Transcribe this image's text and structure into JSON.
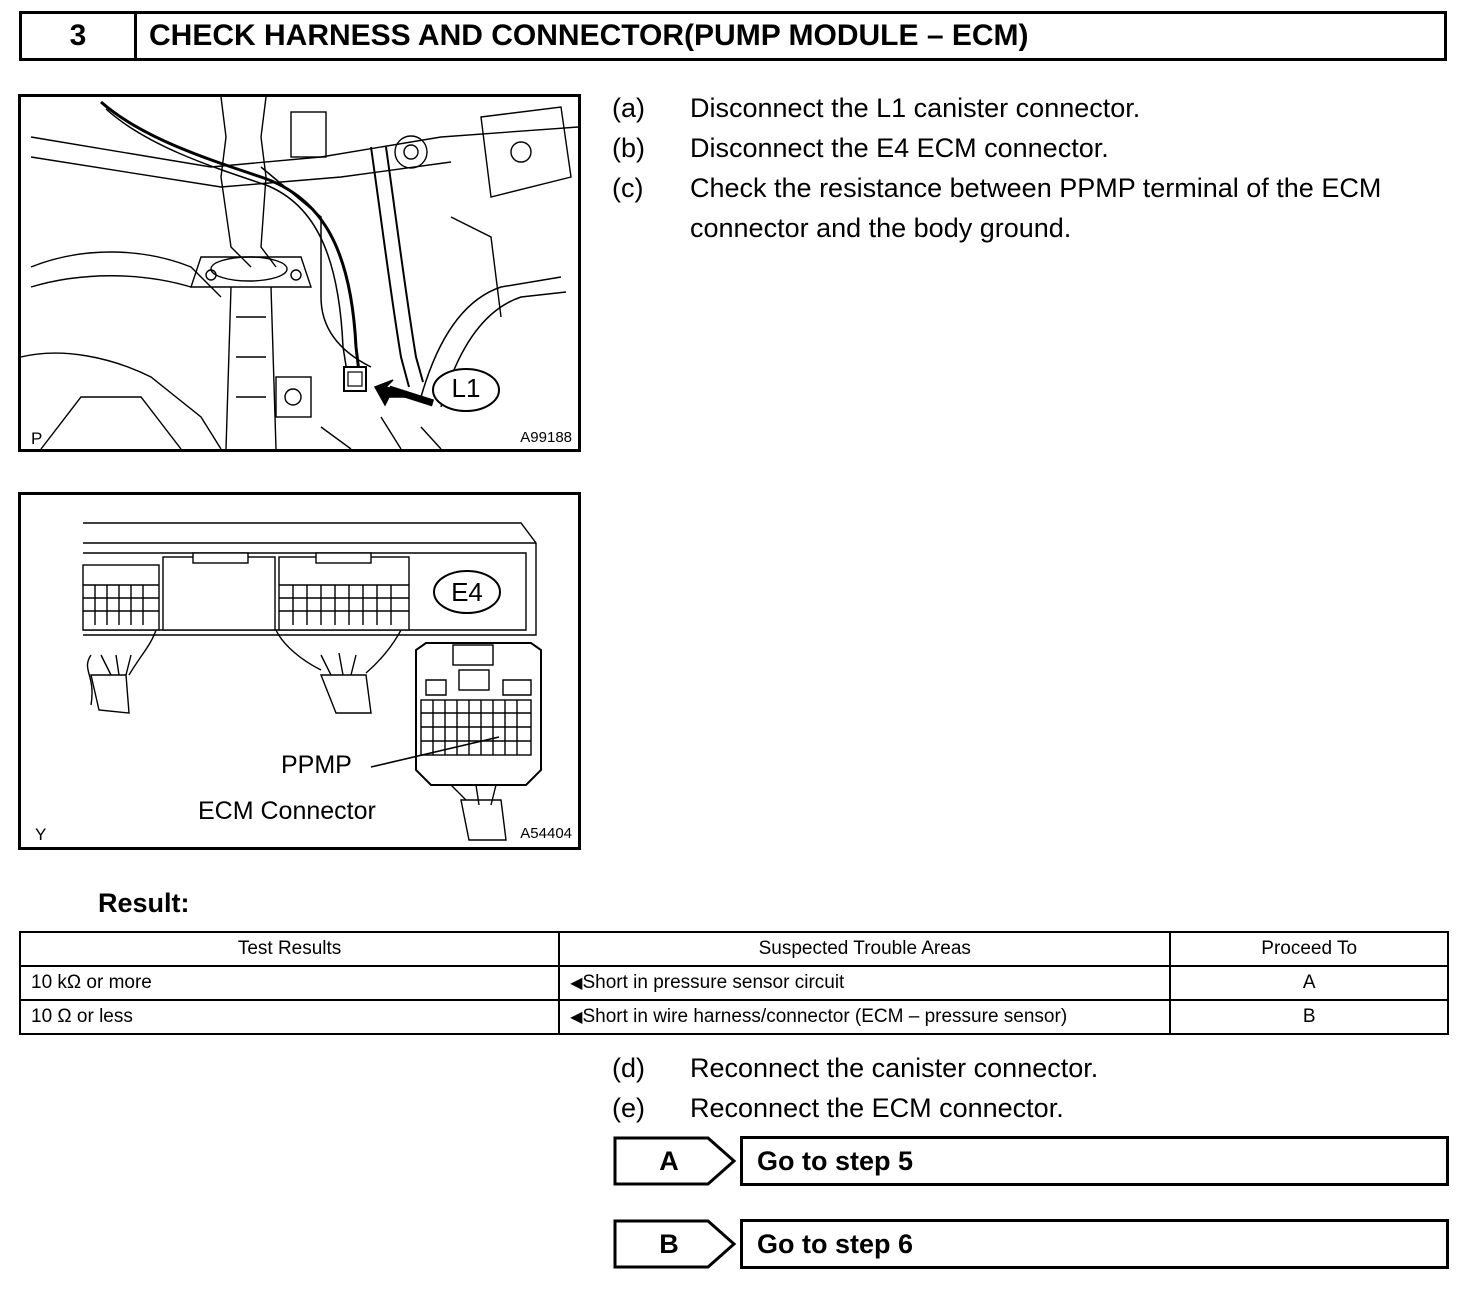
{
  "header": {
    "step_number": "3",
    "title": "CHECK HARNESS AND CONNECTOR(PUMP MODULE – ECM)"
  },
  "figure1": {
    "corner_tag": "P",
    "figure_id": "A99188",
    "connector_label": "L1"
  },
  "figure2": {
    "corner_tag": "Y",
    "figure_id": "A54404",
    "connector_label": "E4",
    "terminal_label": "PPMP",
    "caption": "ECM Connector"
  },
  "instructions_top": [
    {
      "letter": "(a)",
      "text": "Disconnect the L1 canister connector."
    },
    {
      "letter": "(b)",
      "text": "Disconnect the E4 ECM connector."
    },
    {
      "letter": "(c)",
      "text": "Check the resistance between PPMP terminal of the ECM connector and the body ground."
    }
  ],
  "result": {
    "label": "Result:",
    "headers": [
      "Test Results",
      "Suspected Trouble Areas",
      "Proceed To"
    ],
    "rows": [
      {
        "test": "10 kΩ or more",
        "area": "Short in pressure sensor circuit",
        "proceed": "A"
      },
      {
        "test": "10 Ω or less",
        "area": "Short in wire harness/connector (ECM – pressure sensor)",
        "proceed": "B"
      }
    ]
  },
  "instructions_bottom": [
    {
      "letter": "(d)",
      "text": "Reconnect the canister connector."
    },
    {
      "letter": "(e)",
      "text": "Reconnect the ECM connector."
    }
  ],
  "next_steps": [
    {
      "letter": "A",
      "text": "Go to step 5"
    },
    {
      "letter": "B",
      "text": "Go to step 6"
    }
  ]
}
